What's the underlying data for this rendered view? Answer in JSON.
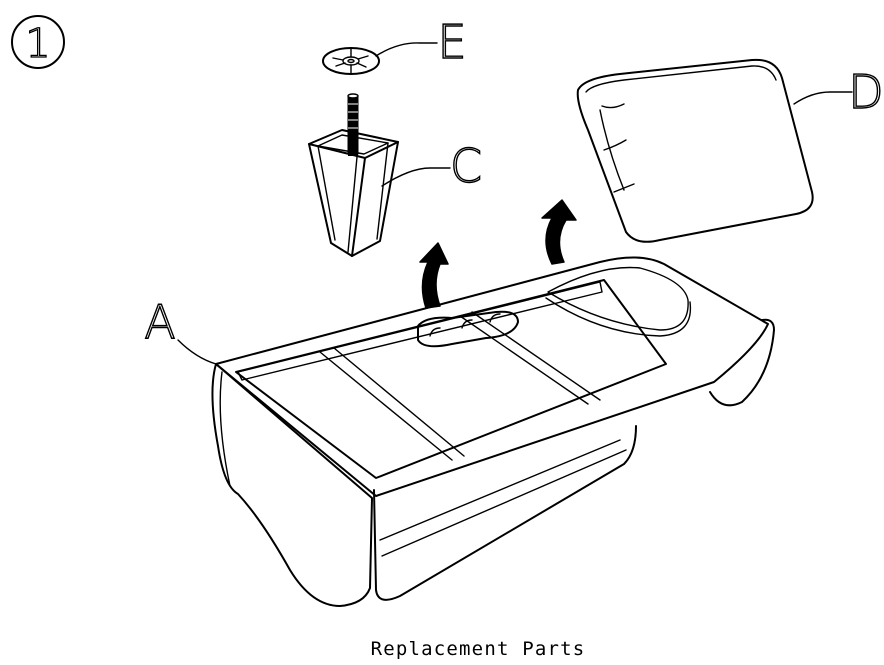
{
  "step_number": "1",
  "caption": "Replacement Parts",
  "labels": {
    "a": "A",
    "c": "C",
    "d": "D",
    "e": "E"
  },
  "colors": {
    "line": "#000000",
    "background": "#ffffff"
  }
}
